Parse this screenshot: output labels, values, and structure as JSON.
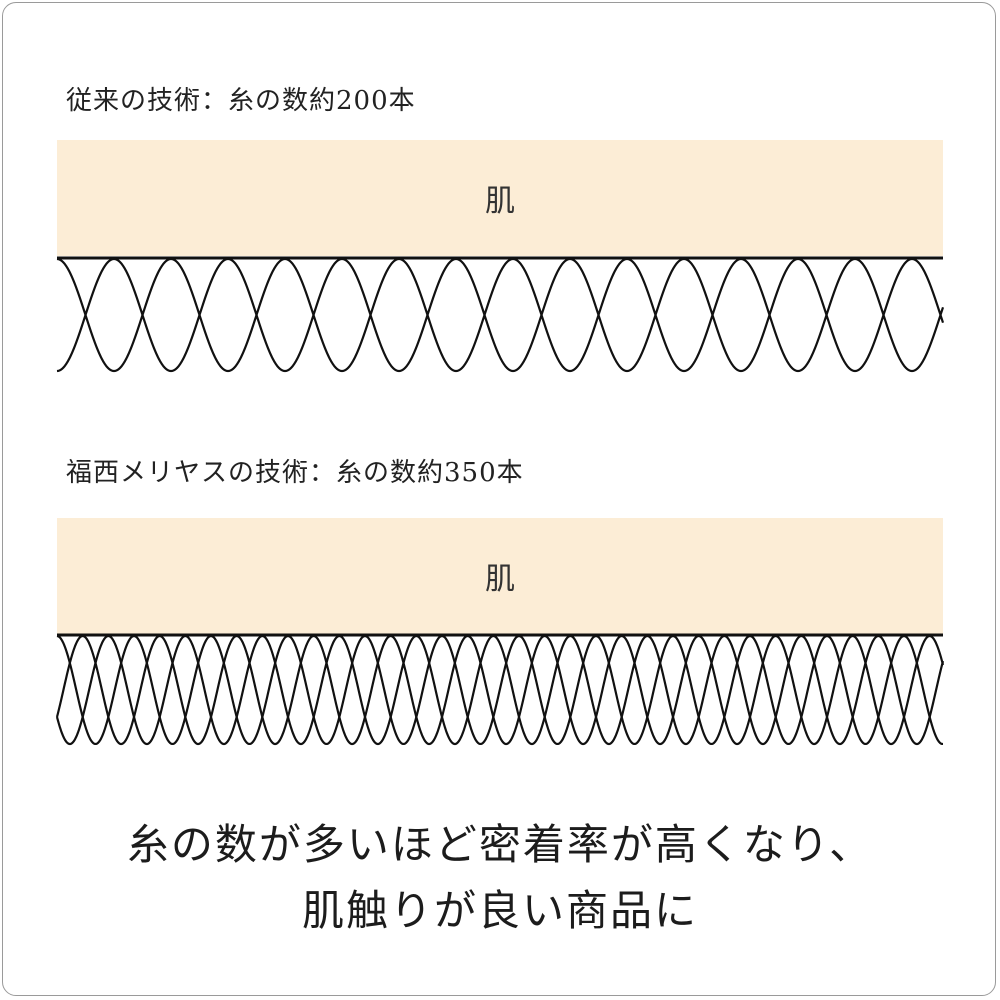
{
  "conventional": {
    "heading": "従来の技術：糸の数約200本",
    "skin_label": "肌"
  },
  "fukunishi": {
    "heading": "福西メリヤスの技術：糸の数約350本",
    "skin_label": "肌"
  },
  "caption": {
    "line1": "糸の数が多いほど密着率が高くなり、",
    "line2": "肌触りが良い商品に"
  },
  "colors": {
    "skin": "#fcedd6",
    "yarn": "#111111",
    "frame": "#9a9a9a"
  }
}
